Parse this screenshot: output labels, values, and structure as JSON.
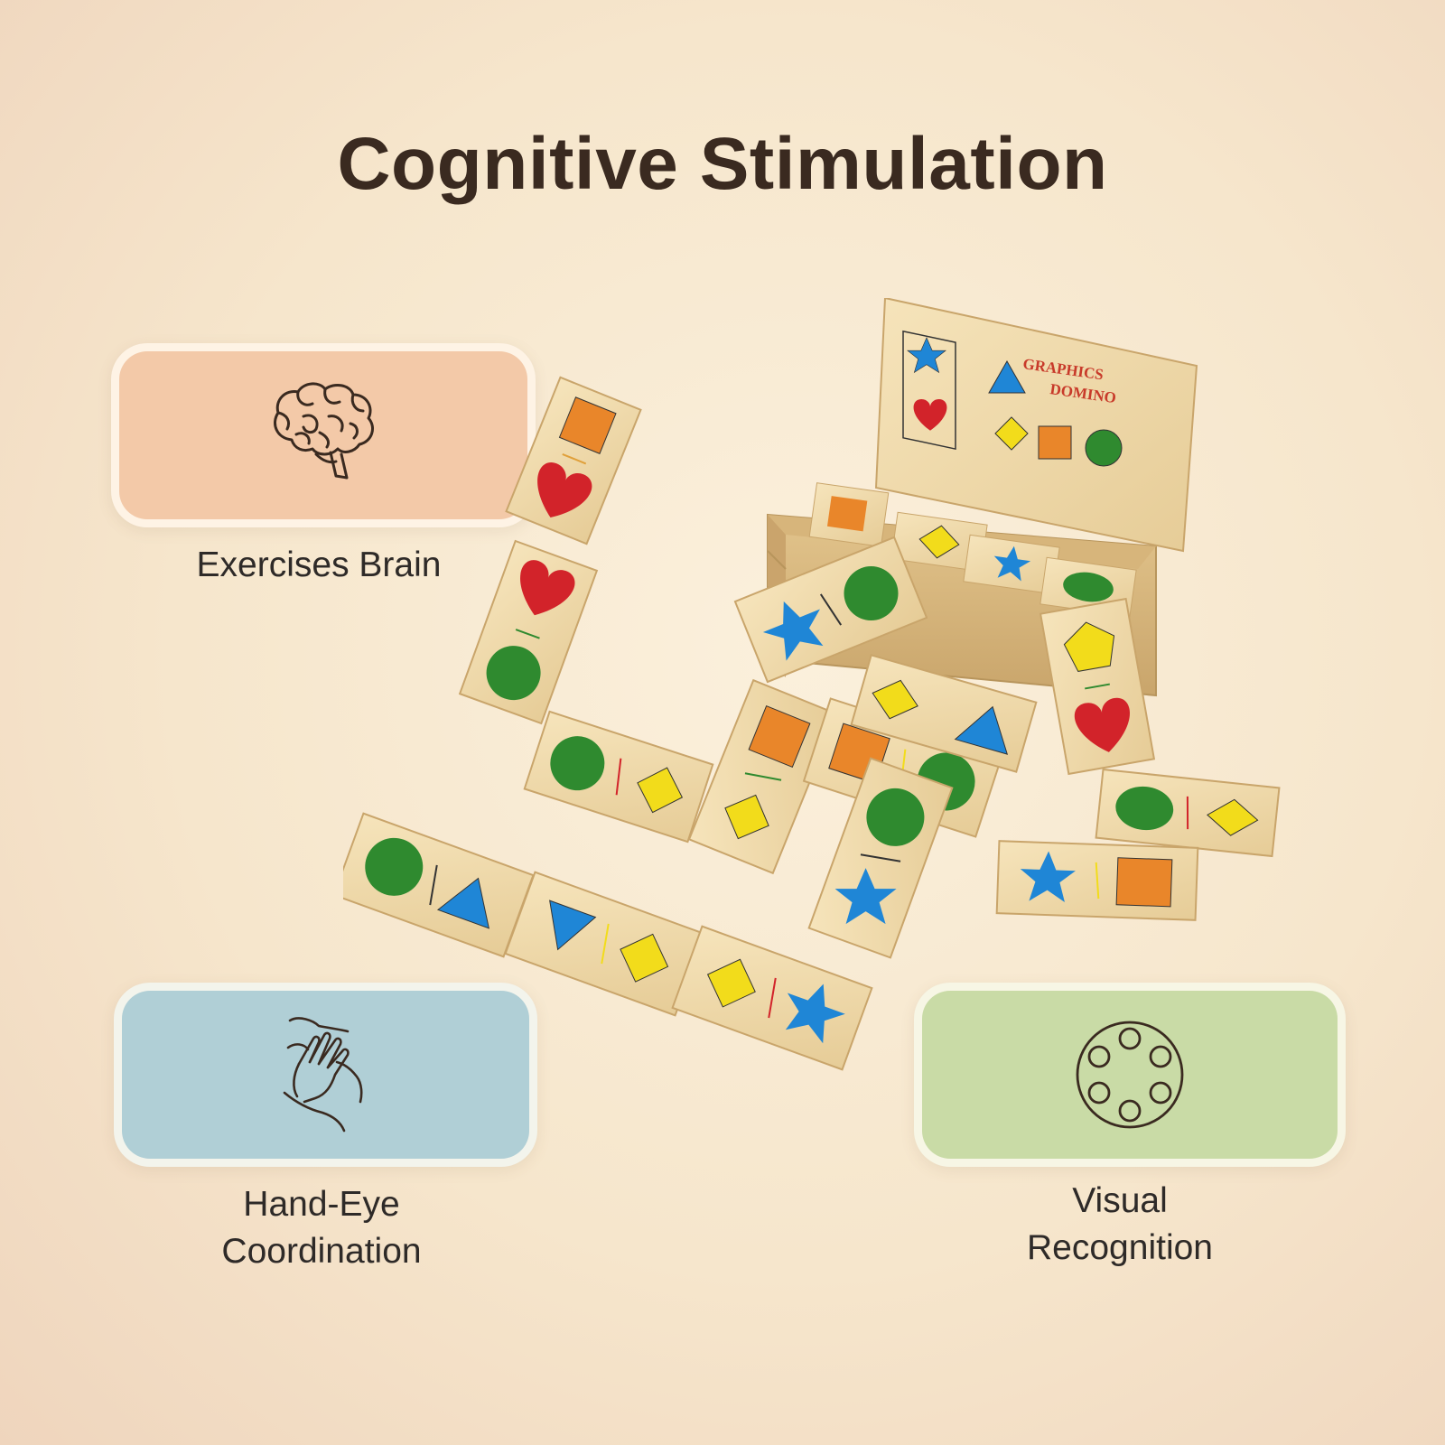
{
  "title": "Cognitive Stimulation",
  "box_lid": {
    "line1": "GRAPHICS",
    "line2": "DOMINO"
  },
  "features": [
    {
      "icon": "brain-icon",
      "label_lines": [
        "Exercises Brain"
      ]
    },
    {
      "icon": "hand-icon",
      "label_lines": [
        "Hand-Eye",
        "Coordination"
      ]
    },
    {
      "icon": "circle-dots-icon",
      "label_lines": [
        "Visual",
        "Recognition"
      ]
    }
  ],
  "colors": {
    "orange": "#e9862a",
    "red": "#d2232a",
    "green": "#2f8a2f",
    "yellow": "#f2dc1b",
    "blue": "#1f86d6",
    "wood": "#f0dcb0",
    "card_brain": "#f3c9a8",
    "card_hand": "#b0cfd6",
    "card_visual": "#c9dba6"
  }
}
